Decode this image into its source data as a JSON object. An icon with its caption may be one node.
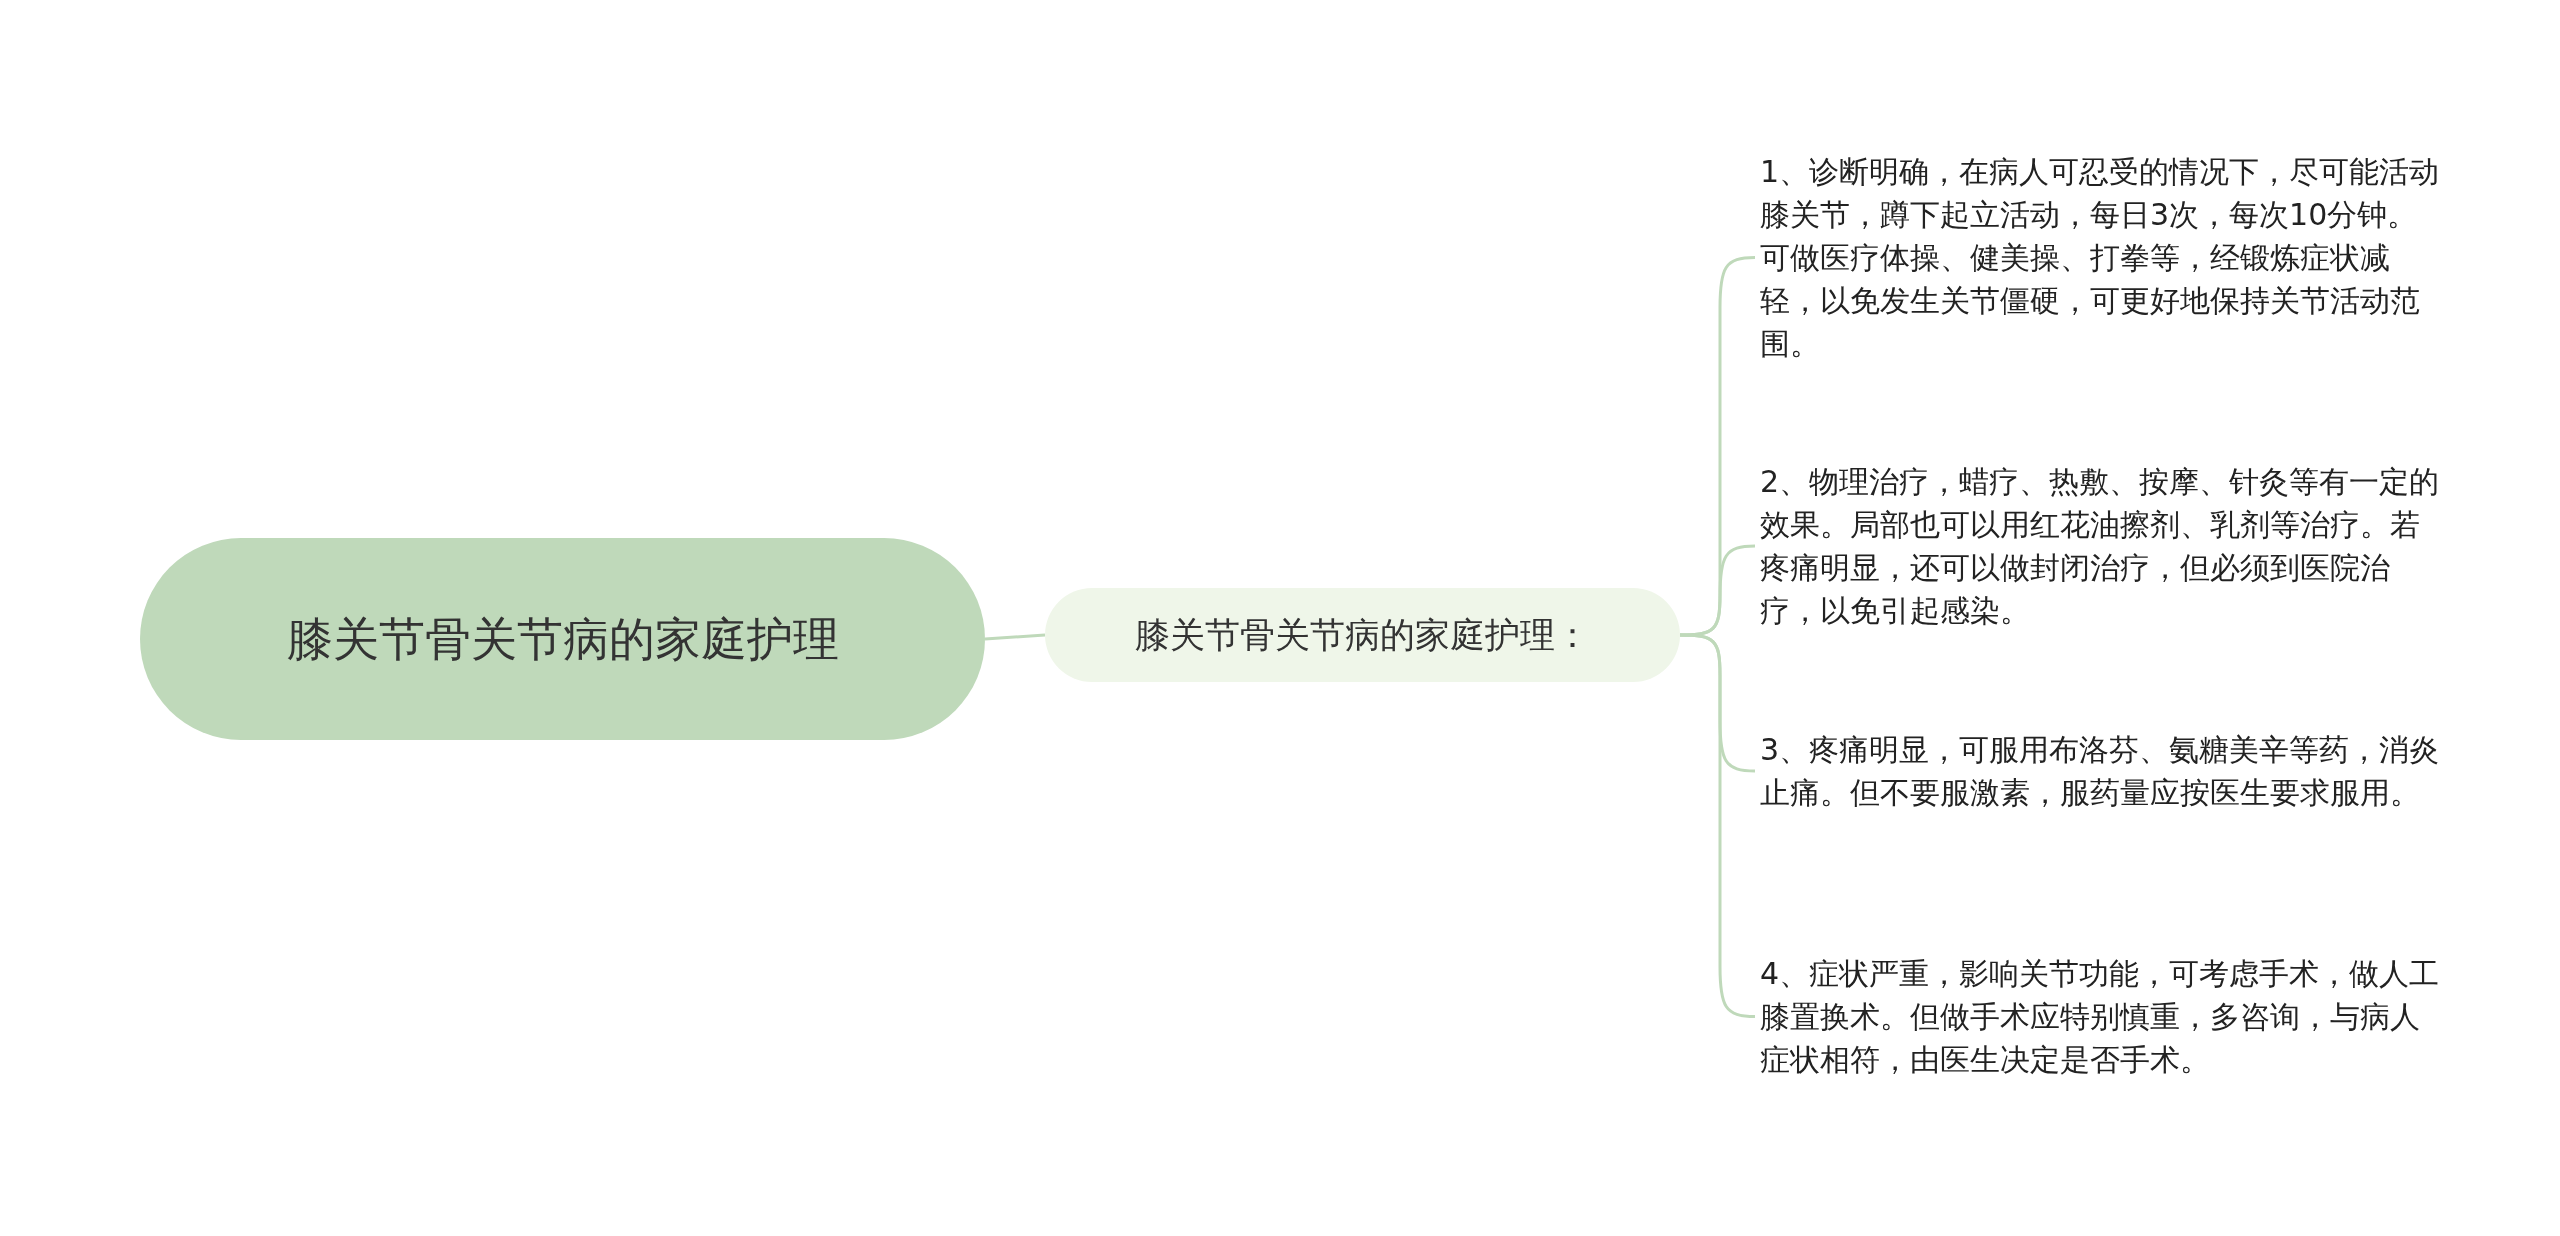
{
  "diagram": {
    "nodes": [
      {
        "text": [
          "膝关节骨关节病的家庭护理"
        ]
      },
      {
        "text": [
          "膝关节骨关节病的家庭护理："
        ]
      },
      {
        "text": [
          "1、诊断明确，在病人可忍受的情况下，尽可能活动膝关节，蹲下起立活动，每日3次，每次10分钟。可做医疗体操、健美操、打拳等，经锻炼症状减轻，以免发生关节僵硬，可更好地保持关节活动范围。"
        ]
      },
      {
        "text": [
          "2、物理治疗，蜡疗、热敷、按摩、针灸等有一定的效果。局部也可以用红花油擦剂、乳剂等治疗。若疼痛明显，还可以做封闭治疗，但必须到医院治疗，以免引起感染。"
        ]
      },
      {
        "text": [
          "3、疼痛明显，可服用布洛芬、氨糖美辛等药，消炎止痛。但不要服激素，服药量应按医生要求服用。"
        ]
      },
      {
        "text": [
          "4、症状严重，影响关节功能，可考虑手术，做人工膝置换术。但做手术应特别慎重，多咨询，与病人症状相符，由医生决定是否手术。"
        ]
      }
    ],
    "edges": [
      {
        "from": 0,
        "to": 1,
        "arrow": "none"
      },
      {
        "from": 1,
        "to": 2,
        "arrow": "none"
      },
      {
        "from": 1,
        "to": 3,
        "arrow": "none"
      },
      {
        "from": 1,
        "to": 4,
        "arrow": "none"
      },
      {
        "from": 1,
        "to": 5,
        "arrow": "none"
      }
    ]
  }
}
